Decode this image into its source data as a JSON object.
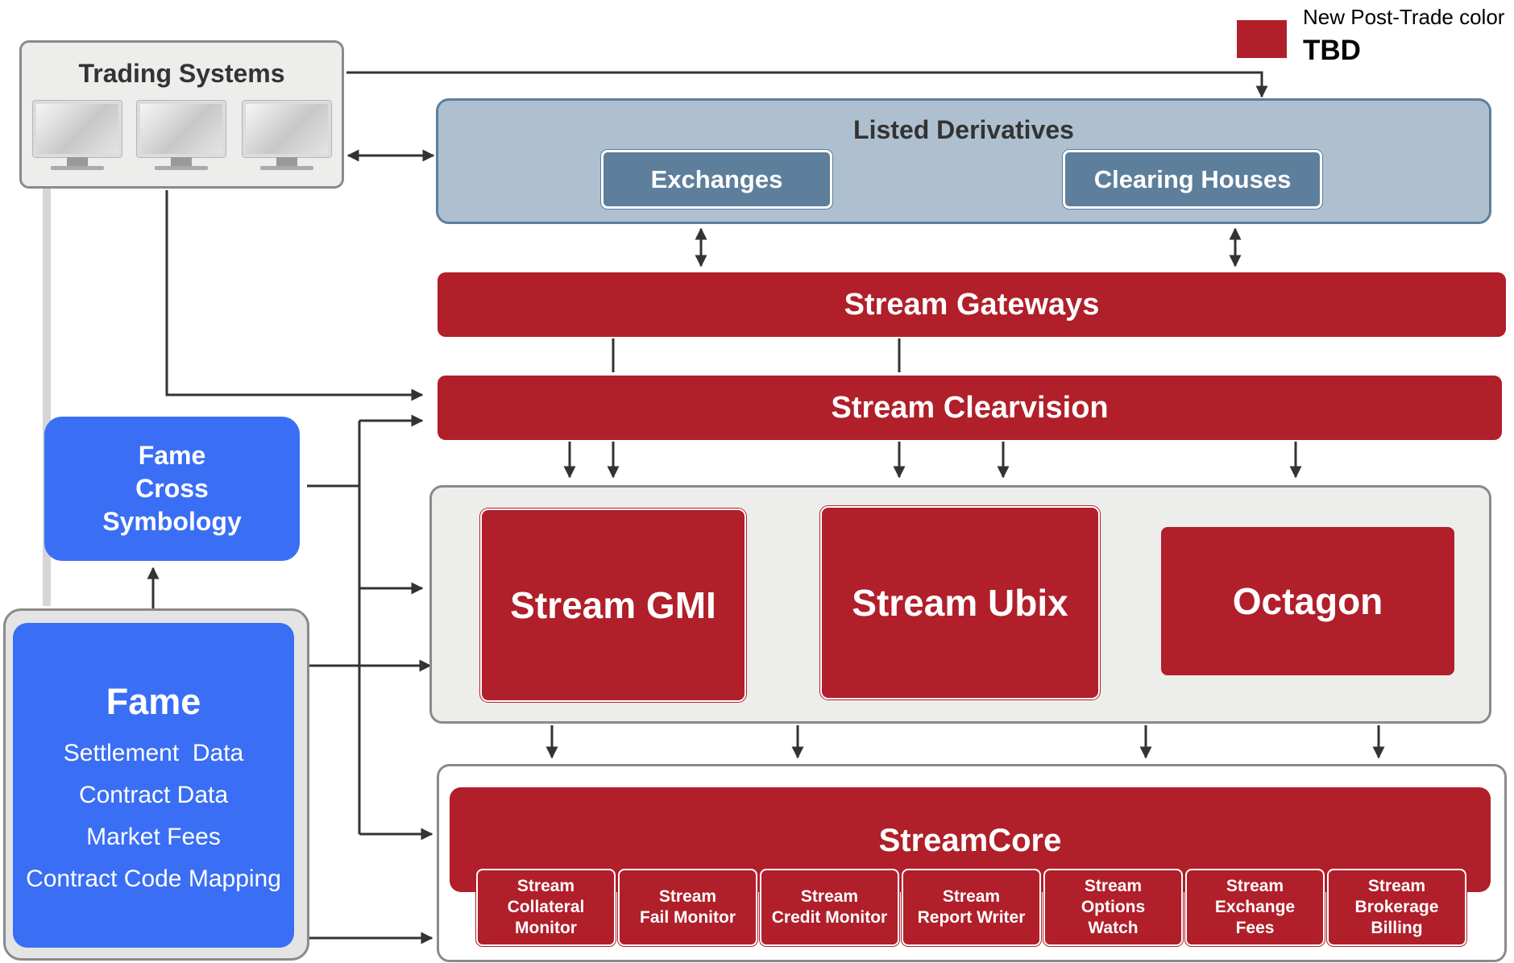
{
  "legend": {
    "label": "New Post-Trade color",
    "value": "TBD",
    "swatch_color": "#b01f2a"
  },
  "trading_systems": {
    "title": "Trading Systems"
  },
  "listed_derivatives": {
    "title": "Listed Derivatives",
    "exchanges": "Exchanges",
    "clearing_houses": "Clearing Houses"
  },
  "stream_gateways": "Stream Gateways",
  "stream_clearvision": "Stream Clearvision",
  "middle_products": {
    "gmi": "Stream GMI",
    "ubix": "Stream Ubix",
    "octagon": "Octagon"
  },
  "fame_cross_symbology": {
    "line1": "Fame",
    "line2": "Cross",
    "line3": "Symbology"
  },
  "fame": {
    "title": "Fame",
    "items": [
      "Settlement  Data",
      "Contract Data",
      "Market Fees",
      "Contract Code Mapping"
    ]
  },
  "streamcore": {
    "title": "StreamCore",
    "modules": [
      "Stream\nCollateral\nMonitor",
      "Stream\nFail Monitor",
      "Stream\nCredit Monitor",
      "Stream\nReport Writer",
      "Stream\nOptions\nWatch",
      "Stream\nExchange\nFees",
      "Stream\nBrokerage\nBilling"
    ]
  },
  "colors": {
    "post_trade_red": "#b01f2a",
    "fame_blue": "#3a6ef5",
    "listed_derivatives_fill": "#aec0cf",
    "listed_derivatives_border": "#5d7f9c",
    "panel_grey": "#ededeb",
    "connector": "#333333"
  }
}
